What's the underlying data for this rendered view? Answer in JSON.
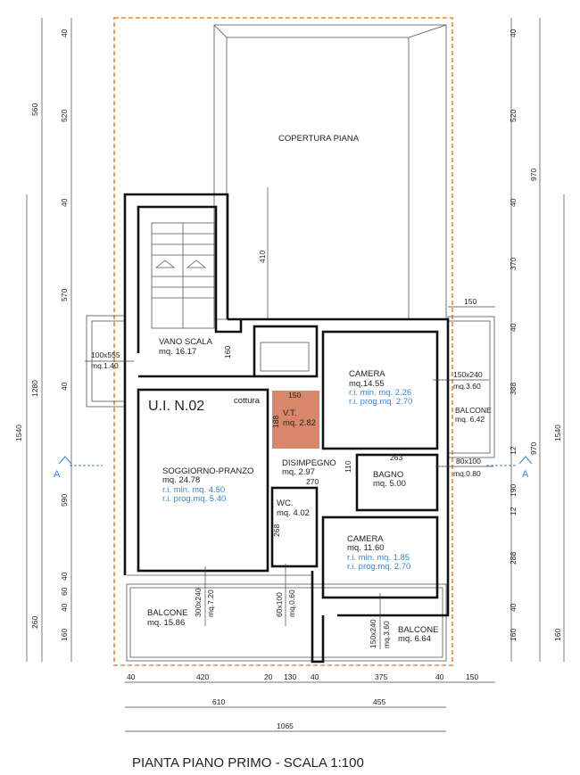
{
  "title": "PIANTA PIANO PRIMO - SCALA 1:100",
  "unit_label": "U.I. N.02",
  "cottura": "cottura",
  "roof": "COPERTURA PIANA",
  "section_marker": "A",
  "rooms": {
    "vano_scala": {
      "name": "VANO SCALA",
      "area": "mq. 16.17"
    },
    "camera1": {
      "name": "CAMERA",
      "area": "mq.14.55",
      "ri_min": "r.i. min. mq. 2.26",
      "ri_prog": "r.i. prog.mq. 2.70"
    },
    "vt": {
      "name": "V.T.",
      "area": "mq. 2.82",
      "w": "150",
      "h": "188"
    },
    "soggiorno": {
      "name": "SOGGIORNO-PRANZO",
      "area": "mq. 24.78",
      "ri_min": "r.i. min. mq. 4.50",
      "ri_prog": "r.i. prog.mq. 5.40"
    },
    "disimpegno": {
      "name": "DISIMPEGNO",
      "area": "mq. 2.97",
      "w": "270",
      "h": "110"
    },
    "bagno": {
      "name": "BAGNO",
      "area": "mq. 5.00",
      "w": "263"
    },
    "wc": {
      "name": "WC.",
      "area": "mq. 4.02",
      "h": "268"
    },
    "camera2": {
      "name": "CAMERA",
      "area": "mq. 11.60",
      "ri_min": "r.i. min. mq. 1.85",
      "ri_prog": "r.i. prog.mq. 2.70"
    },
    "balcone1": {
      "name": "BALCONE",
      "area": "mq. 15.86"
    },
    "balcone2": {
      "name": "BALCONE",
      "area": "mq. 6.64"
    },
    "balcone3": {
      "name": "BALCONE",
      "area": "mq. 6.42"
    }
  },
  "openings": {
    "left_window": {
      "size": "100x555",
      "area": "mq.1.40"
    },
    "camera1_window": {
      "size": "150x240",
      "area": "mq.3.60"
    },
    "bagno_window": {
      "size": "80x100",
      "area": "mq.0.80"
    },
    "soggiorno_door": {
      "size": "300x240",
      "area": "mq.7.20"
    },
    "wc_window": {
      "size": "60x100",
      "area": "mq.0.60"
    },
    "camera2_door": {
      "size": "150x240",
      "area": "mq.3.60"
    },
    "stair_dim": "160",
    "roof_dim": "410",
    "balcony_top_dim": "150"
  },
  "dims": {
    "left_outer": "1540",
    "left_mid": [
      "560",
      "1280",
      "260"
    ],
    "left_inner": [
      "40",
      "520",
      "40",
      "570",
      "40",
      "590",
      "40",
      "60",
      "40",
      "160"
    ],
    "right_inner": [
      "40",
      "520",
      "40",
      "370",
      "40",
      "388",
      "12",
      "190",
      "12",
      "288",
      "40",
      "160"
    ],
    "right_mid": [
      "970",
      "970"
    ],
    "right_outer": [
      "1540",
      "160"
    ],
    "bottom1": [
      "40",
      "420",
      "20",
      "130",
      "40",
      "375",
      "40",
      "150"
    ],
    "bottom2": [
      "610",
      "455"
    ],
    "bottom3": "1065"
  },
  "colors": {
    "boundary": "#e8892b",
    "vt_fill": "#d9876a",
    "info": "#3a86d0"
  }
}
